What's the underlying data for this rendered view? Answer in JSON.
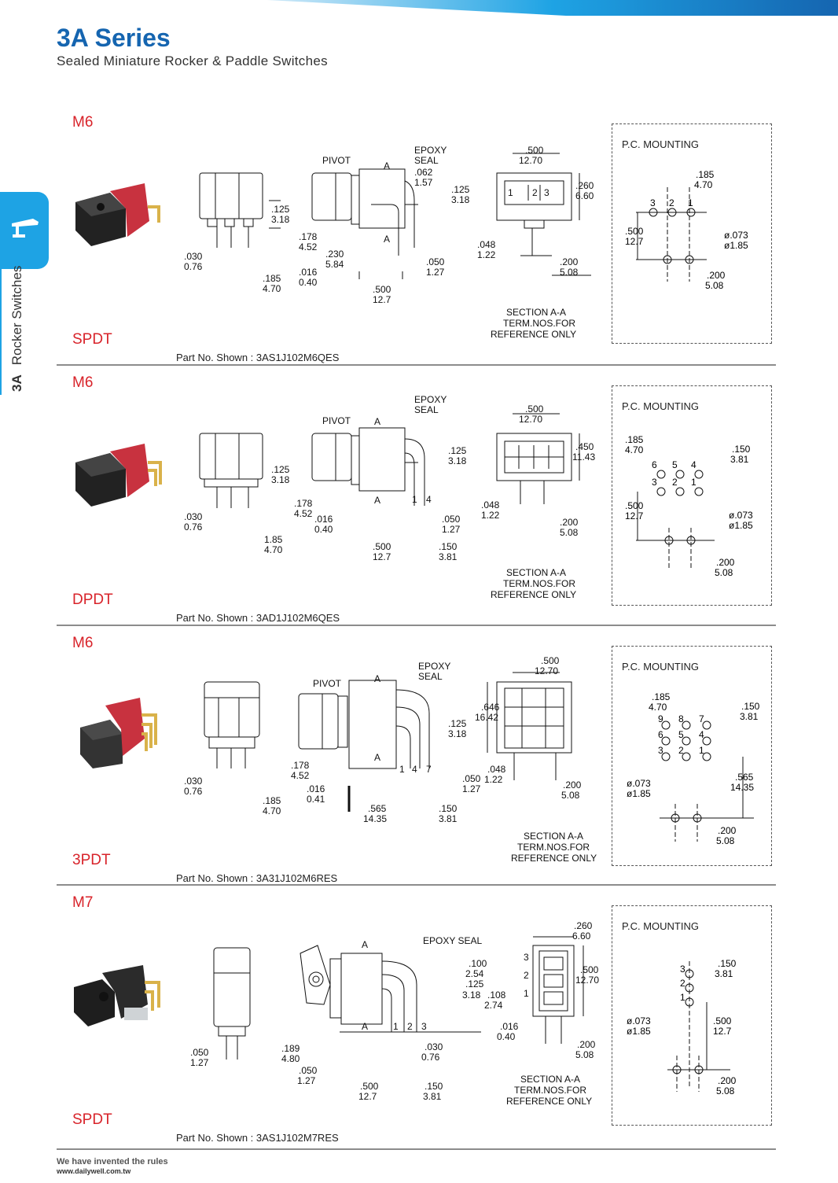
{
  "header": {
    "title": "3A Series",
    "subtitle": "Sealed Miniature Rocker & Paddle Switches"
  },
  "side": {
    "series": "3A",
    "category": "Rocker Switches"
  },
  "common": {
    "mount_title": "P.C. MOUNTING",
    "section_lines": [
      "SECTION A-A",
      "TERM.NOS.FOR",
      "REFERENCE ONLY"
    ],
    "pivot": "PIVOT",
    "epoxy": [
      "EPOXY",
      "SEAL"
    ],
    "epoxy_single": "EPOXY SEAL",
    "a_mark": "A"
  },
  "sections": [
    {
      "tag": "M6",
      "pole": "SPDT",
      "part": "Part No. Shown : 3AS1J102M6QES",
      "dims": {
        "d125": [
          ".125",
          "3.18"
        ],
        "d030": [
          ".030",
          "0.76"
        ],
        "d185": [
          ".185",
          "4.70"
        ],
        "d178": [
          ".178",
          "4.52"
        ],
        "d230": [
          ".230",
          "5.84"
        ],
        "d016": [
          ".016",
          "0.40"
        ],
        "d062": [
          ".062",
          "1.57"
        ],
        "d050": [
          ".050",
          "1.27"
        ],
        "d500": [
          ".500",
          "12.7"
        ],
        "top": [
          ".500",
          "12.70"
        ],
        "side": [
          ".260",
          "6.60"
        ],
        "d048": [
          ".048",
          "1.22"
        ],
        "d200": [
          ".200",
          "5.08"
        ]
      },
      "terms": [
        "1",
        "2",
        "3"
      ],
      "mount": {
        "w": [
          ".185",
          "4.70"
        ],
        "h": [
          ".500",
          "12.7"
        ],
        "hole": [
          "ø.073",
          "ø1.85"
        ],
        "p": [
          ".200",
          "5.08"
        ],
        "pins": [
          "3",
          "2",
          "1"
        ]
      }
    },
    {
      "tag": "M6",
      "pole": "DPDT",
      "part": "Part No. Shown : 3AD1J102M6QES",
      "dims": {
        "d125": [
          ".125",
          "3.18"
        ],
        "d030": [
          ".030",
          "0.76"
        ],
        "d185": [
          "1.85",
          "4.70"
        ],
        "d178": [
          ".178",
          "4.52"
        ],
        "d016": [
          ".016",
          "0.40"
        ],
        "d050": [
          ".050",
          "1.27"
        ],
        "d500": [
          ".500",
          "12.7"
        ],
        "d150": [
          ".150",
          "3.81"
        ],
        "top": [
          ".500",
          "12.70"
        ],
        "side": [
          ".450",
          "11.43"
        ],
        "d048": [
          ".048",
          "1.22"
        ],
        "d200": [
          ".200",
          "5.08"
        ]
      },
      "terms": [
        "1",
        "4"
      ],
      "mount": {
        "w": [
          ".185",
          "4.70"
        ],
        "w2": [
          ".150",
          "3.81"
        ],
        "h": [
          ".500",
          "12.7"
        ],
        "hole": [
          "ø.073",
          "ø1.85"
        ],
        "p": [
          ".200",
          "5.08"
        ],
        "pins": [
          "6",
          "5",
          "4",
          "3",
          "2",
          "1"
        ]
      }
    },
    {
      "tag": "M6",
      "pole": "3PDT",
      "part": "Part No. Shown : 3A31J102M6RES",
      "dims": {
        "d125": [
          ".125",
          "3.18"
        ],
        "d030": [
          ".030",
          "0.76"
        ],
        "d185": [
          ".185",
          "4.70"
        ],
        "d178": [
          ".178",
          "4.52"
        ],
        "d016": [
          ".016",
          "0.41"
        ],
        "d050": [
          ".050",
          "1.27"
        ],
        "d565": [
          ".565",
          "14.35"
        ],
        "d150": [
          ".150",
          "3.81"
        ],
        "top": [
          ".500",
          "12.70"
        ],
        "side": [
          ".646",
          "16.42"
        ],
        "d048": [
          ".048",
          "1.22"
        ],
        "d200": [
          ".200",
          "5.08"
        ]
      },
      "terms": [
        "1",
        "4",
        "7"
      ],
      "mount": {
        "w": [
          ".185",
          "4.70"
        ],
        "w2": [
          ".150",
          "3.81"
        ],
        "h": [
          ".565",
          "14.35"
        ],
        "hole": [
          "ø.073",
          "ø1.85"
        ],
        "p": [
          ".200",
          "5.08"
        ],
        "pins": [
          "9",
          "8",
          "7",
          "6",
          "5",
          "4",
          "3",
          "2",
          "1"
        ]
      }
    },
    {
      "tag": "M7",
      "pole": "SPDT",
      "part": "Part No. Shown : 3AS1J102M7RES",
      "dims": {
        "d050": [
          ".050",
          "1.27"
        ],
        "d189": [
          ".189",
          "4.80"
        ],
        "d050b": [
          ".050",
          "1.27"
        ],
        "d100": [
          ".100",
          "2.54"
        ],
        "d125": [
          ".125",
          "3.18"
        ],
        "d108": [
          ".108",
          "2.74"
        ],
        "d030": [
          ".030",
          "0.76"
        ],
        "d500": [
          ".500",
          "12.7"
        ],
        "d150": [
          ".150",
          "3.81"
        ],
        "top": [
          ".260",
          "6.60"
        ],
        "side": [
          ".500",
          "12.70"
        ],
        "d016": [
          ".016",
          "0.40"
        ],
        "d200": [
          ".200",
          "5.08"
        ]
      },
      "terms": [
        "1",
        "2",
        "3"
      ],
      "mount": {
        "w2": [
          ".150",
          "3.81"
        ],
        "h": [
          ".500",
          "12.7"
        ],
        "hole": [
          "ø.073",
          "ø1.85"
        ],
        "p": [
          ".200",
          "5.08"
        ],
        "pins": [
          "3",
          "2",
          "1"
        ]
      }
    }
  ],
  "footer": {
    "slogan": "We have invented the rules",
    "url": "www.dailywell.com.tw"
  },
  "colors": {
    "brand": "#1565b0",
    "accent": "#d8232a",
    "tab": "#1ea3e4"
  }
}
